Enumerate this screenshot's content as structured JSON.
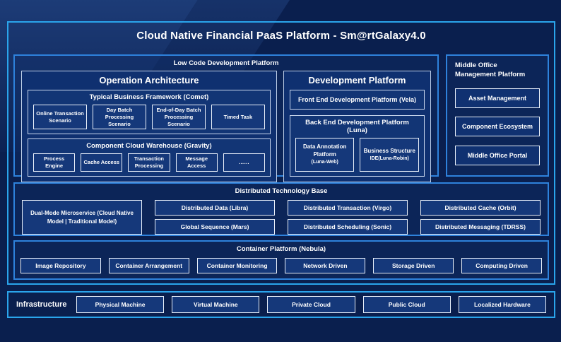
{
  "title": "Cloud Native Financial PaaS Platform - Sm@rtGalaxy4.0",
  "colors": {
    "page_bg": "#0A1F4E",
    "outer_border": "#2AA5EC",
    "section_border": "#2E82DC",
    "box_border": "#E9F0FA",
    "box_bg": "#15387A",
    "text": "#FFFFFF"
  },
  "low_code": {
    "label": "Low Code Development Platform",
    "operation_architecture": {
      "title": "Operation Architecture",
      "comet": {
        "title": "Typical Business Framework (Comet)",
        "items": [
          "Online Transaction Scenario",
          "Day Batch Processing Scenario",
          "End-of-Day Batch Processing Scenario",
          "Timed Task"
        ]
      },
      "gravity": {
        "title": "Component Cloud Warehouse (Gravity)",
        "items": [
          "Process Engine",
          "Cache Access",
          "Transaction Processing",
          "Message Access",
          "……"
        ]
      }
    },
    "development_platform": {
      "title": "Development Platform",
      "front_end": "Front End Development Platform (Vela)",
      "back_end": {
        "title": "Back End Development Platform (Luna)",
        "items": [
          {
            "label": "Data Annotation Platform",
            "sub": "(Luna-Web)"
          },
          {
            "label": "Business Structure",
            "sub": "IDE(Luna-Robin)"
          }
        ]
      }
    }
  },
  "middle_office": {
    "title": "Middle Office Management Platform",
    "items": [
      "Asset Management",
      "Component Ecosystem",
      "Middle Office Portal"
    ]
  },
  "distributed": {
    "title": "Distributed Technology Base",
    "dual_mode": "Dual-Mode Microservice (Cloud Native Model | Traditional Model)",
    "row1": [
      "Distributed Data (Libra)",
      "Distributed Transaction (Virgo)",
      "Distributed Cache (Orbit)"
    ],
    "row2": [
      "Global Sequence (Mars)",
      "Distributed Scheduling (Sonic)",
      "Distributed Messaging (TDRSS)"
    ]
  },
  "container_platform": {
    "title": "Container Platform (Nebula)",
    "items": [
      "Image Repository",
      "Container Arrangement",
      "Container Monitoring",
      "Network Driven",
      "Storage Driven",
      "Computing Driven"
    ]
  },
  "infrastructure": {
    "label": "Infrastructure",
    "items": [
      "Physical Machine",
      "Virtual Machine",
      "Private Cloud",
      "Public Cloud",
      "Localized Hardware"
    ]
  }
}
